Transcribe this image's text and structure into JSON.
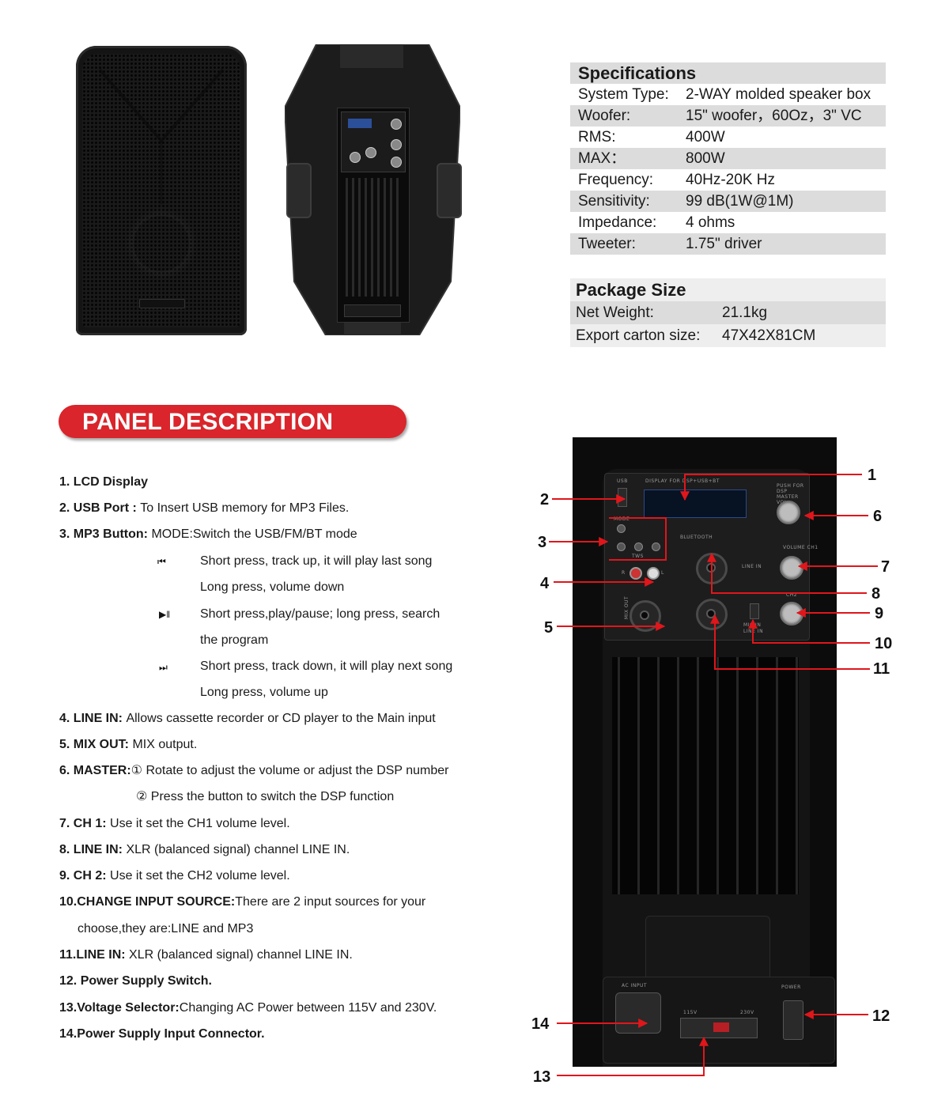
{
  "specs": {
    "title": "Specifications",
    "rows": [
      {
        "k": "System Type:",
        "v": "2-WAY molded speaker box"
      },
      {
        "k": "Woofer:",
        "v": "15\" woofer，60Oz，3\" VC"
      },
      {
        "k": "RMS:",
        "v": "400W"
      },
      {
        "k": "MAX：",
        "v": "800W"
      },
      {
        "k": "Frequency:",
        "v": "40Hz-20K Hz"
      },
      {
        "k": "Sensitivity:",
        "v": "99 dB(1W@1M)"
      },
      {
        "k": "Impedance:",
        "v": "4 ohms"
      },
      {
        "k": "Tweeter:",
        "v": "1.75\" driver"
      }
    ]
  },
  "package": {
    "title": "Package Size",
    "rows": [
      {
        "k": "Net Weight:",
        "v": "21.1kg"
      },
      {
        "k": "Export carton size:",
        "v": "47X42X81CM"
      }
    ]
  },
  "banner": "PANEL DESCRIPTION",
  "descriptions": [
    {
      "b": "1. LCD Display",
      "t": ""
    },
    {
      "b": "2. USB Port : ",
      "t": "To Insert USB memory for MP3 Files."
    },
    {
      "b": "3. MP3 Button: ",
      "t": "MODE:Switch the USB/FM/BT mode"
    },
    {
      "b": "",
      "t": "Short press, track up, it will play last song"
    },
    {
      "b": "",
      "t": "Long press, volume down"
    },
    {
      "b": "",
      "t": "Short press,play/pause; long press, search"
    },
    {
      "b": "",
      "t": "the program"
    },
    {
      "b": "",
      "t": "Short press, track down, it will play next song"
    },
    {
      "b": "",
      "t": "Long press, volume up"
    },
    {
      "b": "4. LINE IN: ",
      "t": "Allows cassette recorder or CD player to the Main input"
    },
    {
      "b": "5. MIX OUT: ",
      "t": "MIX output."
    },
    {
      "b": "6. MASTER:",
      "t": "① Rotate to adjust the volume or adjust the DSP number"
    },
    {
      "b": "",
      "t": "② Press the button to switch the DSP function"
    },
    {
      "b": "7. CH 1: ",
      "t": "Use it set the CH1 volume level."
    },
    {
      "b": "8. LINE IN: ",
      "t": "XLR (balanced signal) channel LINE IN."
    },
    {
      "b": "9. CH 2: ",
      "t": "Use it set the CH2 volume level."
    },
    {
      "b": "10.CHANGE INPUT SOURCE:",
      "t": "There are 2 input sources for your"
    },
    {
      "b": "",
      "t": "choose,they are:LINE and MP3"
    },
    {
      "b": "11.LINE IN: ",
      "t": "XLR (balanced signal) channel LINE IN."
    },
    {
      "b": "12. Power Supply Switch.",
      "t": ""
    },
    {
      "b": "13.Voltage Selector:",
      "t": "Changing AC Power between 115V and 230V."
    },
    {
      "b": "14.Power Supply Input Connector.",
      "t": ""
    }
  ],
  "symbols": {
    "prev": "⏮",
    "play": "▶‖",
    "next": "⏭"
  },
  "panel_labels": {
    "usb": "USB",
    "display": "DISPLAY FOR DSP+USB+BT",
    "master": "PUSH FOR DSP MASTER VOL",
    "mode": "MODE",
    "bluetooth": "BLUETOOTH",
    "tws": "TWS",
    "r": "R",
    "l": "L",
    "line_in": "LINE IN",
    "volume_ch1": "VOLUME CH1",
    "ch2": "CH2",
    "mix_out": "MIX OUT",
    "mic_in": "MIC IN",
    "line_in2": "LINE IN",
    "ac_input": "AC INPUT",
    "power": "POWER",
    "v115": "115V",
    "v230": "230V"
  },
  "callouts": [
    "1",
    "2",
    "3",
    "4",
    "5",
    "6",
    "7",
    "8",
    "9",
    "10",
    "11",
    "12",
    "13",
    "14"
  ],
  "colors": {
    "accent": "#d9252b",
    "callout_line": "#e0161b"
  }
}
